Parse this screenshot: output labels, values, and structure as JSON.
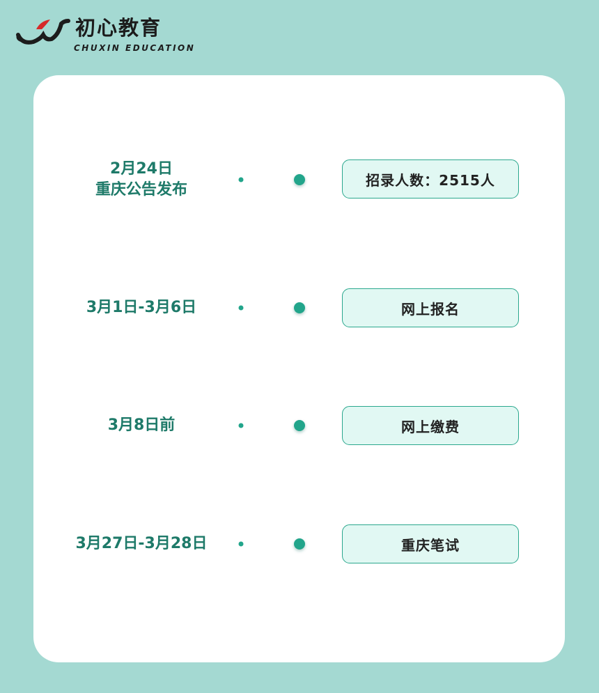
{
  "brand": {
    "name_cn": "初心教育",
    "name_en": "CHUXIN EDUCATION"
  },
  "colors": {
    "background": "#a4d9d2",
    "card": "#ffffff",
    "line": "#22a58b",
    "date_text": "#1e7a69",
    "bubble_fill": "#e1f8f3",
    "bubble_border": "#2aa78d",
    "bubble_text": "#222222",
    "logo_accent": "#d62a2a"
  },
  "timeline": [
    {
      "date": "2月24日\n重庆公告发布",
      "event": "招录人数：2515人"
    },
    {
      "date": "3月1日-3月6日",
      "event": "网上报名"
    },
    {
      "date": "3月8日前",
      "event": "网上缴费"
    },
    {
      "date": "3月27日-3月28日",
      "event": "重庆笔试"
    }
  ]
}
